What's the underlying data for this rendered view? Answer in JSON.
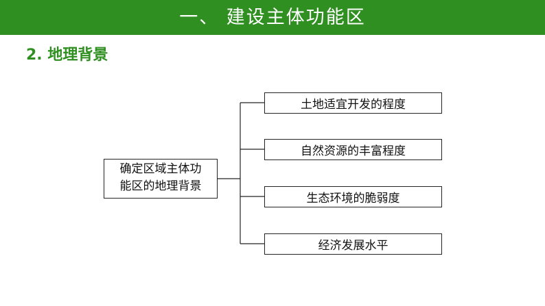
{
  "header": {
    "title": "一、  建设主体功能区",
    "color": "#2f8f21"
  },
  "section": {
    "title": "2. 地理背景",
    "color": "#2f8f21"
  },
  "diagram": {
    "root": {
      "line1": "确定区域主体功",
      "line2": "能区的地理背景"
    },
    "leaves": [
      "土地适宜开发的程度",
      "自然资源的丰富程度",
      "生态环境的脆弱度",
      "经济发展水平"
    ]
  }
}
